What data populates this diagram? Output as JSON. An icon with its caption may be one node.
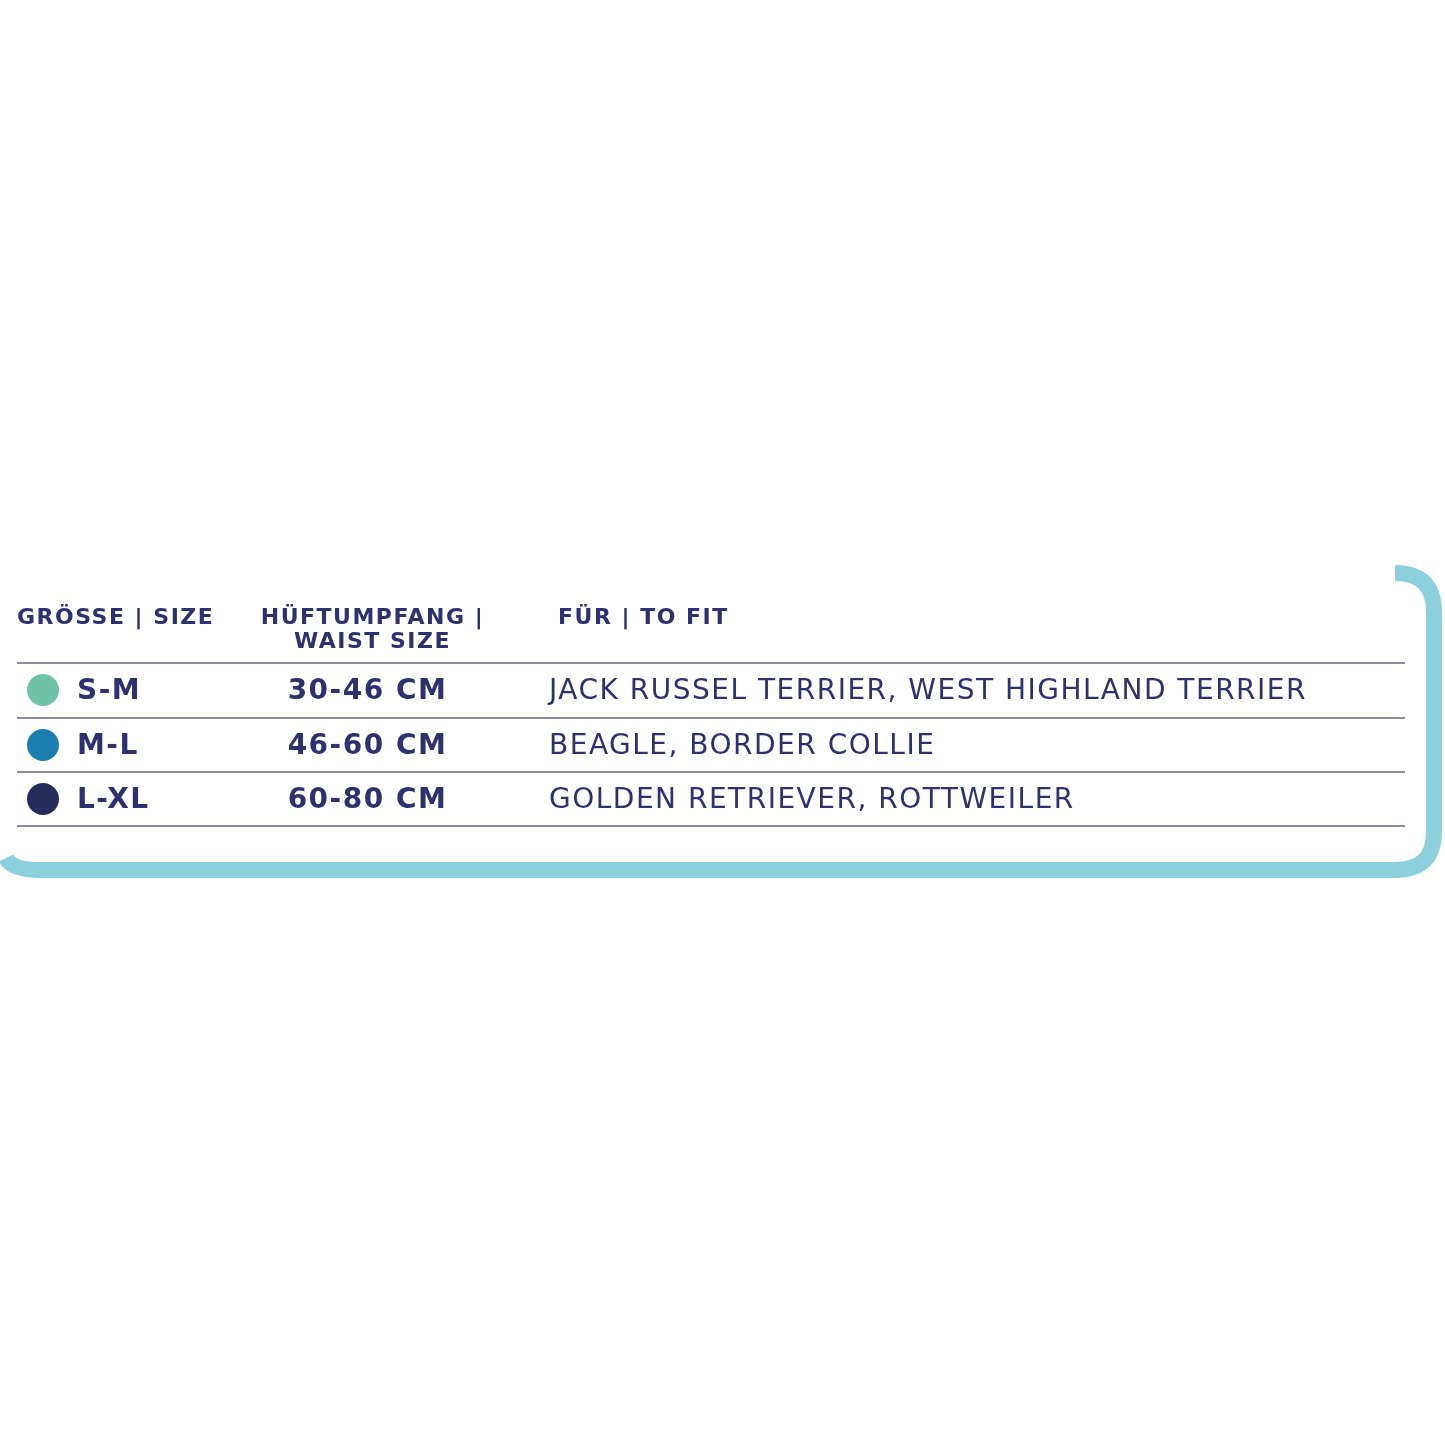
{
  "diagram": {
    "labels": [
      "GRÖSSE | SIZE",
      "HÜFTUMPFANG | WAIST SIZE",
      "FÜR | TO FIT",
      "30-46 CM",
      "JACK RUSSEL TERRIER, WEST HIGHLAND TERRIER",
      "46-60 CM",
      "BEAGLE, BORDER COLLIE",
      "60-80 CM",
      "GOLDEN RETRIEVER, ROTTWEILER"
    ],
    "legend": [
      {
        "text": "S-M",
        "color": "#6cc3a5"
      },
      {
        "text": "M-L",
        "color": "#1a7fb0"
      },
      {
        "text": "L-XL",
        "color": "#262d5c"
      }
    ]
  }
}
